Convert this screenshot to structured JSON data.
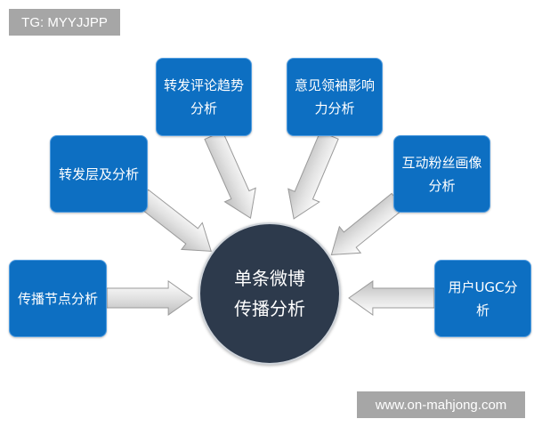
{
  "watermarks": {
    "top_left": "TG: MYYJJPP",
    "bottom_right": "www.on-mahjong.com"
  },
  "center": {
    "line1": "单条微博",
    "line2": "传播分析",
    "color": "#2d3a4c"
  },
  "nodes": [
    {
      "id": "repost-trend",
      "line1": "转发评论趋势",
      "line2": "分析"
    },
    {
      "id": "opinion-leader",
      "line1": "意见领袖影响",
      "line2": "力分析"
    },
    {
      "id": "repost-level",
      "line1": "转发层及分析",
      "line2": ""
    },
    {
      "id": "fan-profile",
      "line1": "互动粉丝画像",
      "line2": "分析"
    },
    {
      "id": "propagation-node",
      "line1": "传播节点分析",
      "line2": ""
    },
    {
      "id": "user-ugc",
      "line1": "用户UGC分",
      "line2": "析"
    }
  ],
  "colors": {
    "node_fill": "#0d6fc2",
    "arrow_fill": "#e6e6e6"
  }
}
